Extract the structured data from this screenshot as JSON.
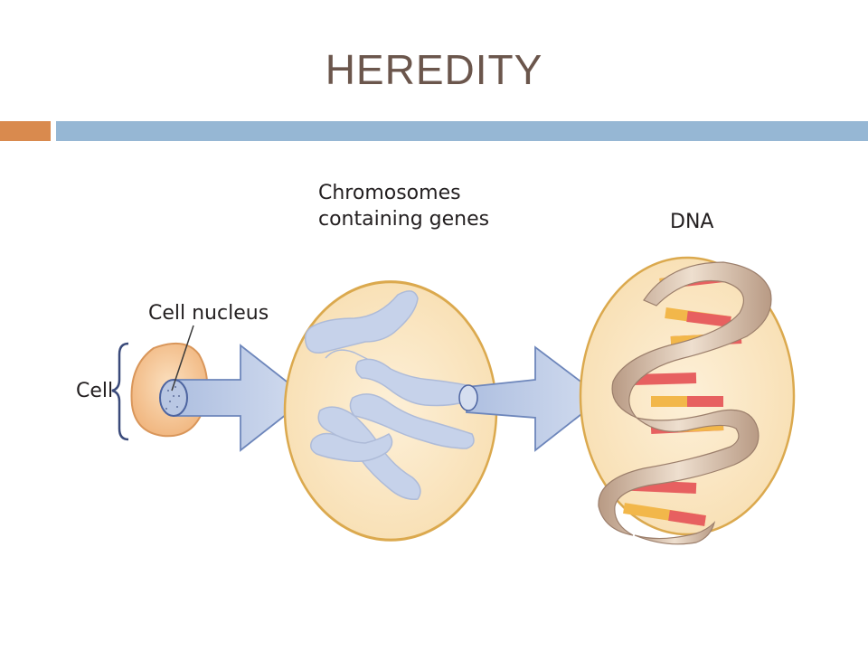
{
  "title": "HEREDITY",
  "colors": {
    "title": "#6b564c",
    "accent_bar": "#d98a4e",
    "main_bar": "#96b7d4",
    "cell_fill": "#f5c99c",
    "circle_fill": "#fbe7c5",
    "circle_stroke": "#dba94e",
    "arrow_fill": "#c7d5ec",
    "chromosome_fill": "#c8d4ea",
    "dna_ribbon": "#e3cdb8",
    "base_red": "#e76060",
    "base_yellow": "#f2b74a"
  },
  "labels": {
    "cell": "Cell",
    "nucleus": "Cell nucleus",
    "chromosomes_line1": "Chromosomes",
    "chromosomes_line2": "containing genes",
    "dna": "DNA"
  }
}
